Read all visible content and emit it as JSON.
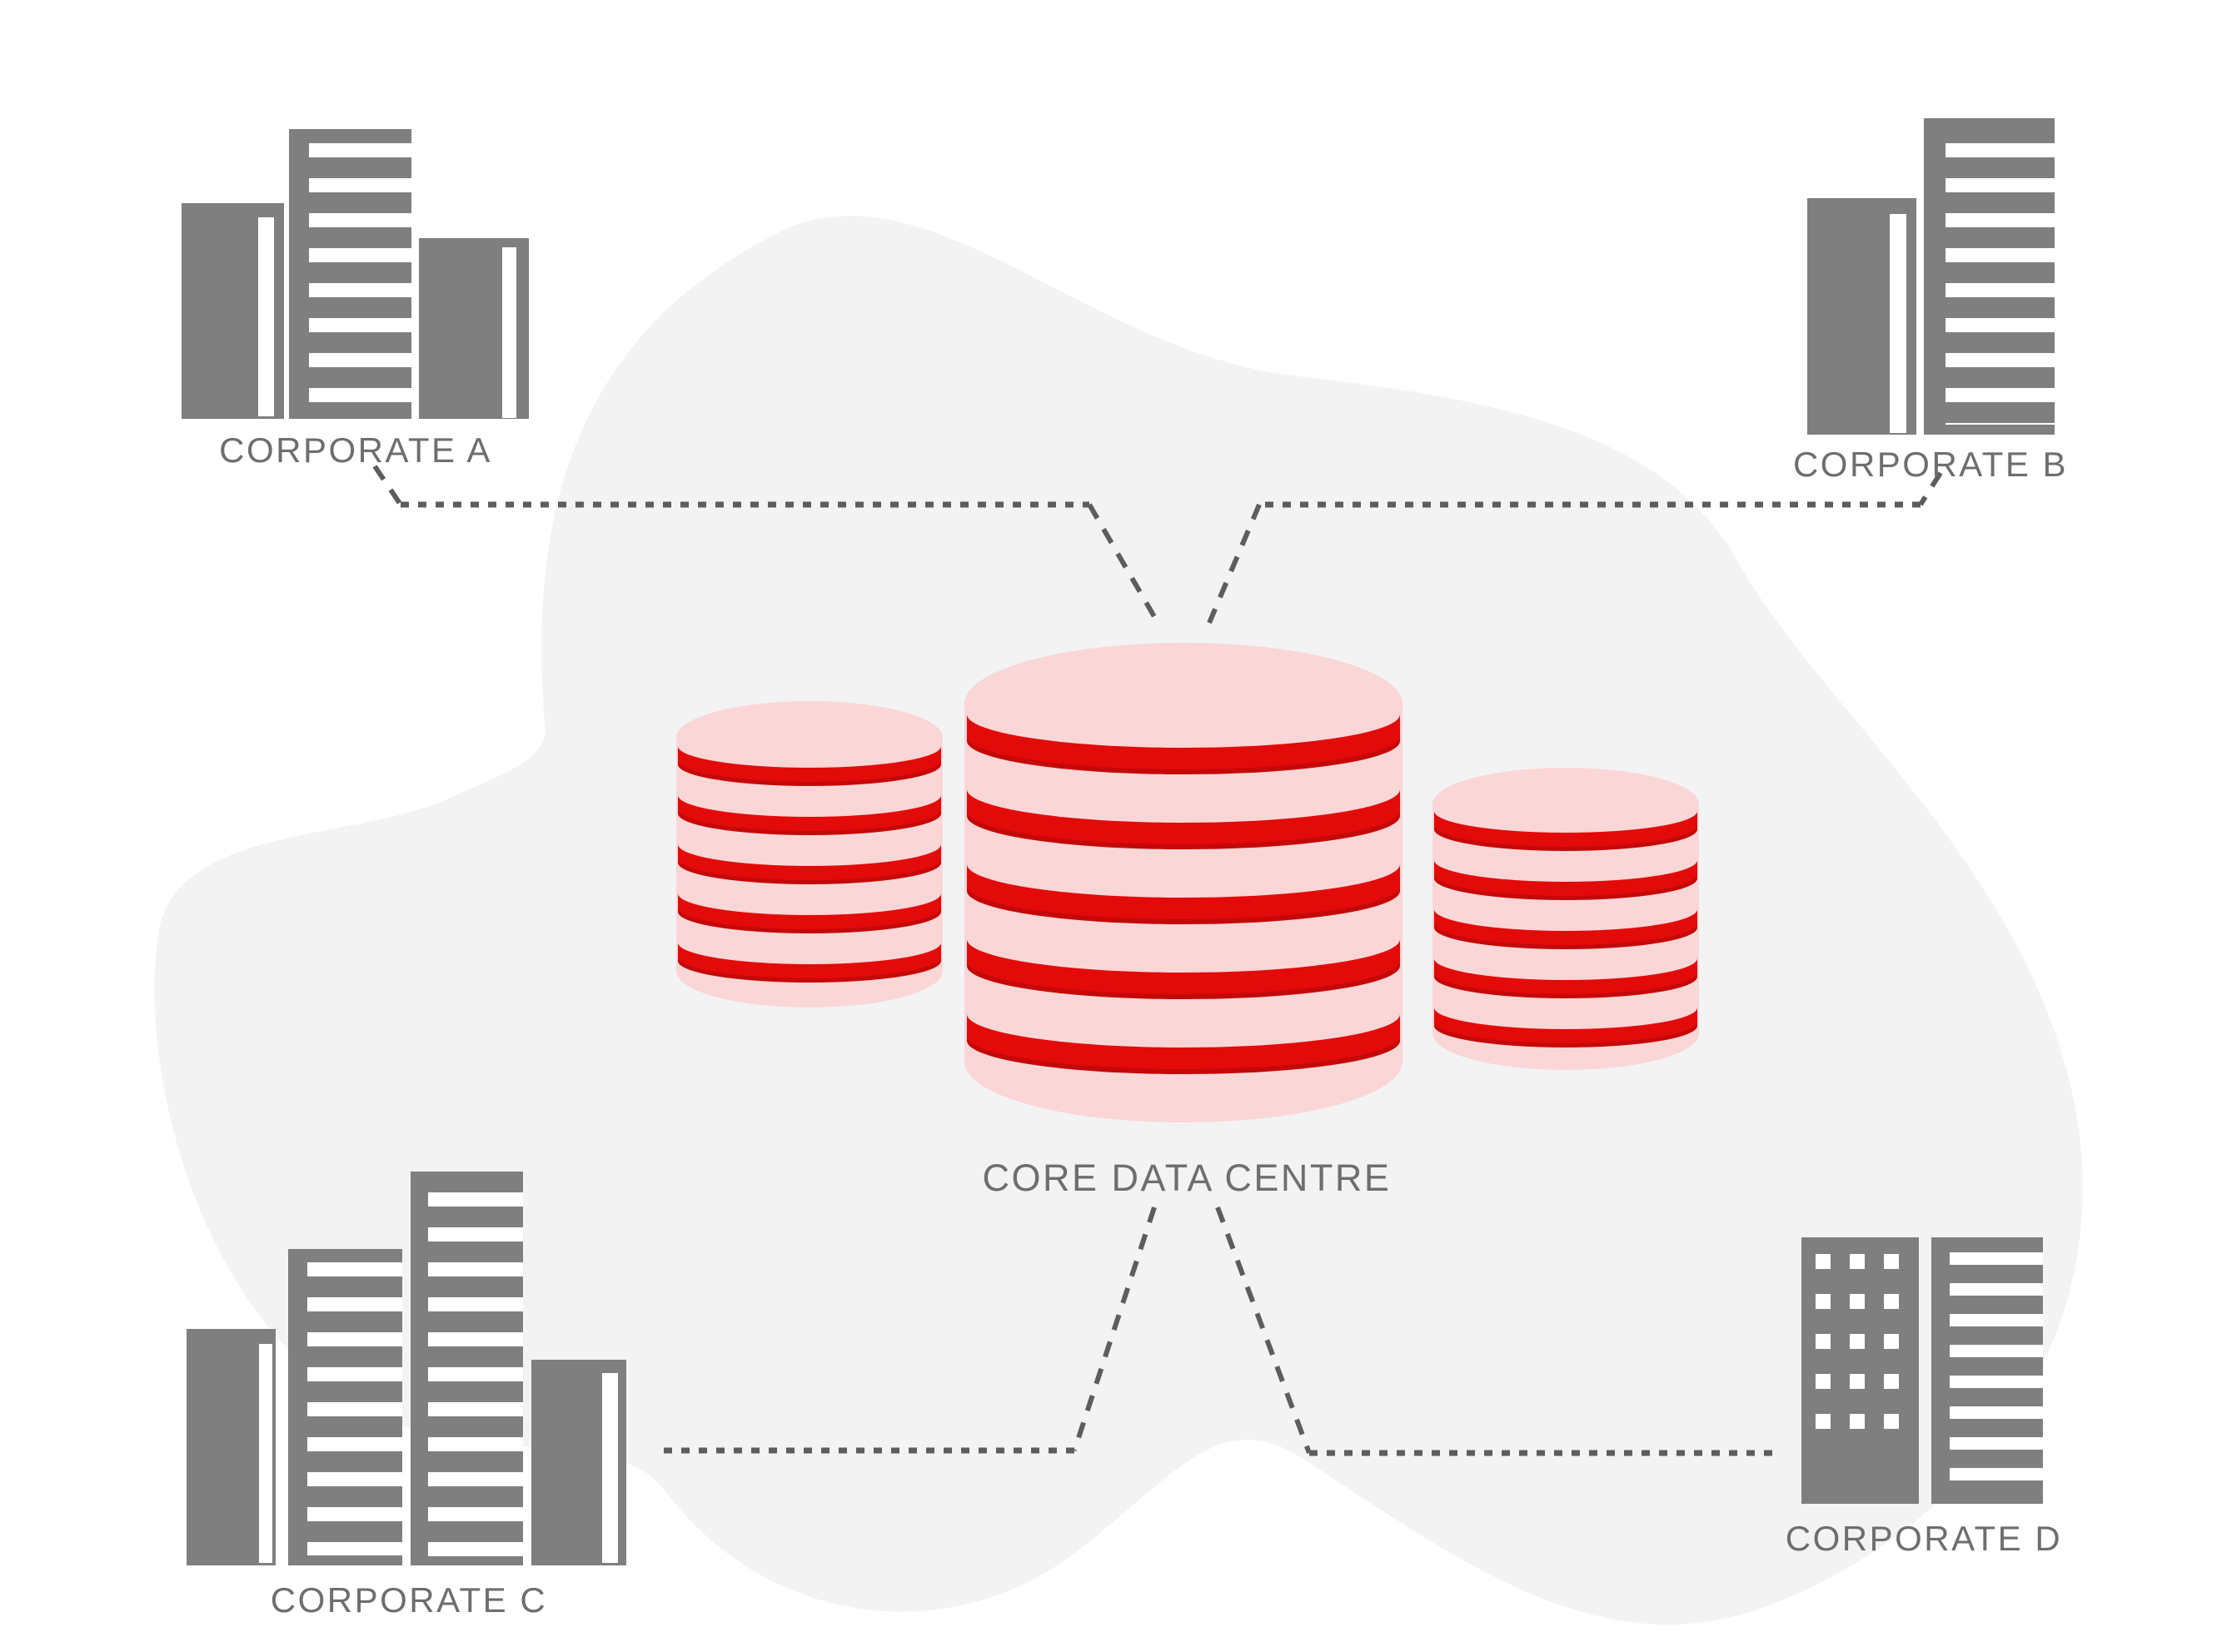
{
  "title": "CORE DATA CENTRE",
  "nodes": {
    "corporate_a": {
      "label": "CORPORATE A",
      "type": "office-building"
    },
    "corporate_b": {
      "label": "CORPORATE B",
      "type": "office-building"
    },
    "corporate_c": {
      "label": "CORPORATE C",
      "type": "office-building"
    },
    "corporate_d": {
      "label": "CORPORATE D",
      "type": "office-building"
    },
    "core_data_centre": {
      "label": "CORE DATA CENTRE",
      "type": "database-cluster",
      "database_count": 3
    }
  },
  "connections": [
    {
      "from": "CORPORATE A",
      "to": "CORE DATA CENTRE",
      "style": "dashed"
    },
    {
      "from": "CORPORATE B",
      "to": "CORE DATA CENTRE",
      "style": "dashed"
    },
    {
      "from": "CORPORATE C",
      "to": "CORE DATA CENTRE",
      "style": "dashed"
    },
    {
      "from": "CORPORATE D",
      "to": "CORE DATA CENTRE",
      "style": "dashed"
    }
  ],
  "colors": {
    "building_gray": "#7f7f7f",
    "label_gray": "#6e6e6e",
    "connector_gray": "#5d5d5d",
    "database_pink": "#fad6d6",
    "database_red": "#e30a0a",
    "database_red_dark": "#c40808",
    "blob_gray": "#f3f3f4",
    "background": "#ffffff"
  }
}
